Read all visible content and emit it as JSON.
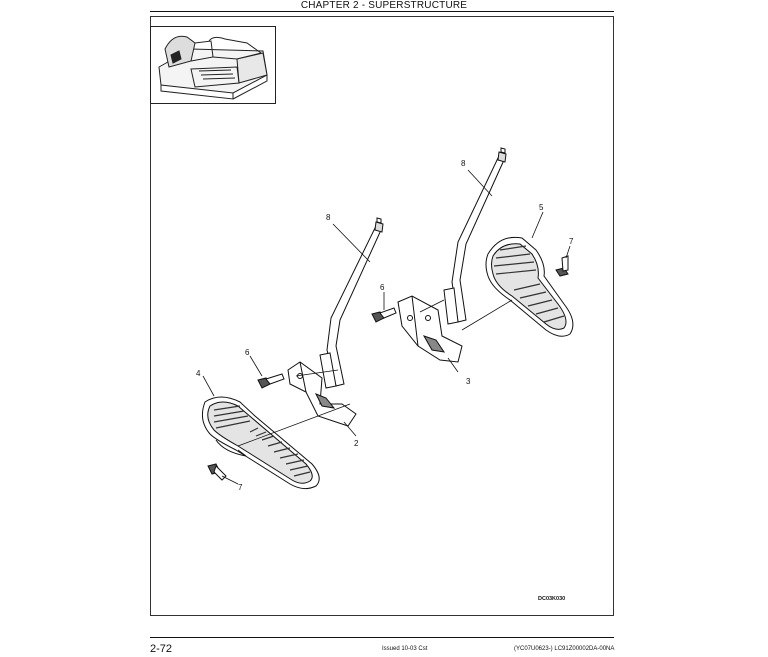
{
  "header": {
    "title": "CHAPTER 2 - SUPERSTRUCTURE"
  },
  "diagram": {
    "figure_code": "DC03K030",
    "callouts": {
      "c2": "2",
      "c3": "3",
      "c4": "4",
      "c5": "5",
      "c6a": "6",
      "c6b": "6",
      "c7a": "7",
      "c7b": "7",
      "c8a": "8",
      "c8b": "8"
    }
  },
  "footer": {
    "page": "2-72",
    "issued": "Issued 10-03   Cst",
    "reference": "(YC07U0623-)   LC91Z00002DA-00NA"
  }
}
